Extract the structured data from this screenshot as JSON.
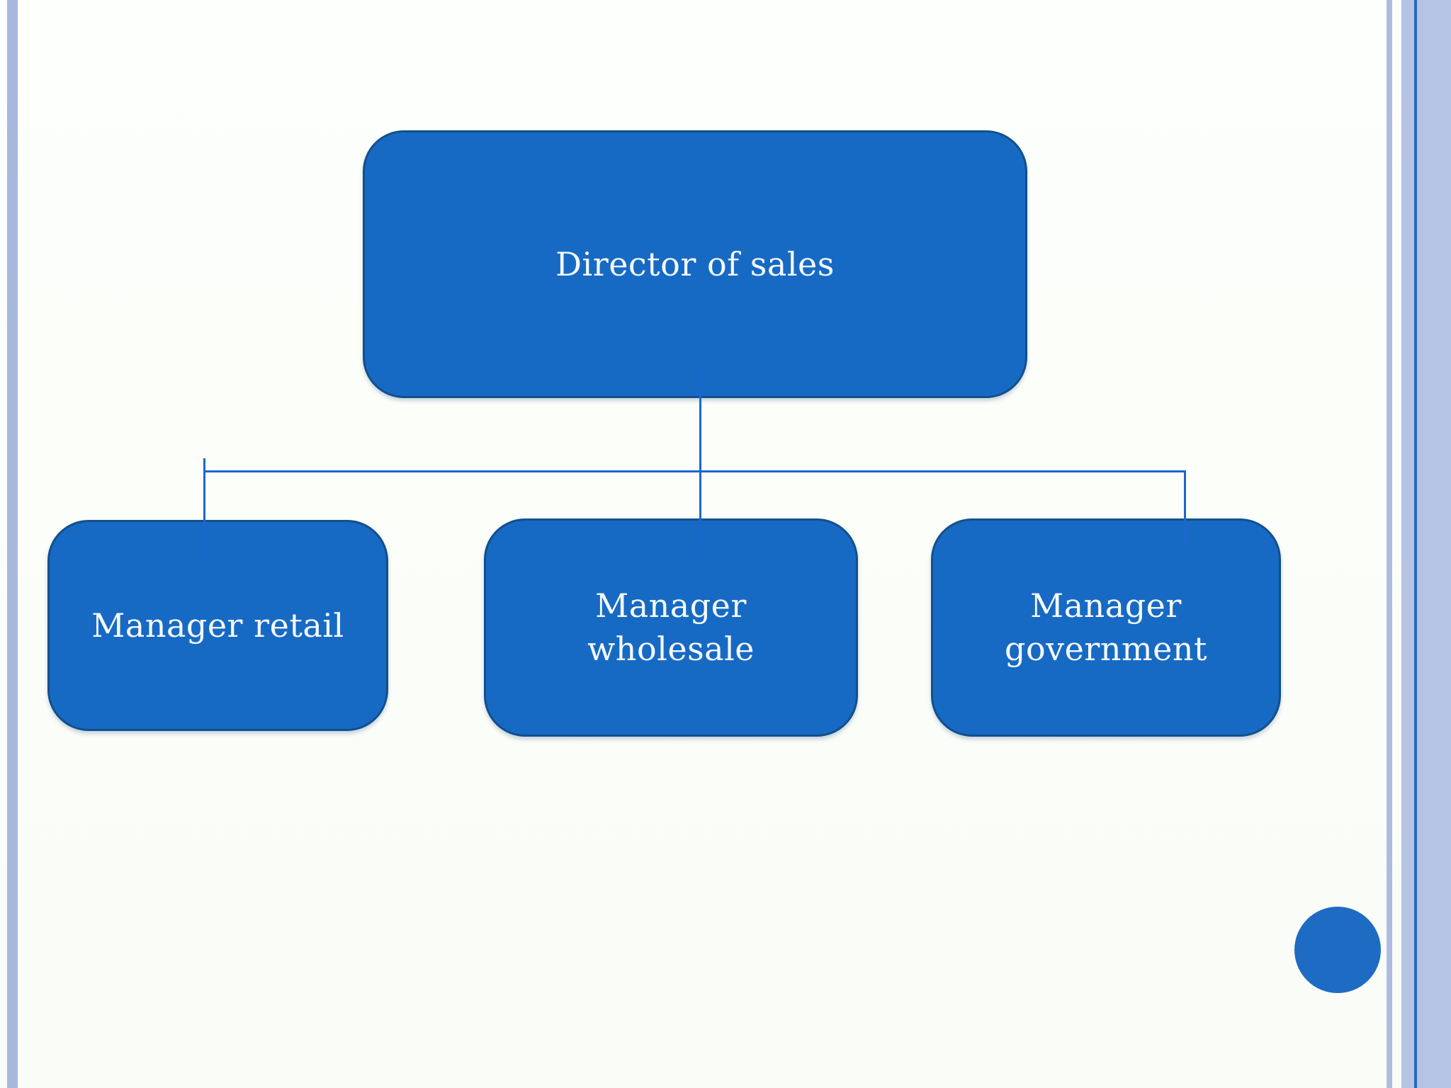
{
  "slide": {
    "background": "#fdfffc",
    "left_stripe_color": "#a8b8dd",
    "right_thin_stripe_color": "#aebce0",
    "right_band_color": "#b5c3e5",
    "right_accent_line_color": "#2668b8",
    "corner_dot_color": "#1e6bc4"
  },
  "org_chart": {
    "type": "org-chart",
    "node_fill_color": "#176ac3",
    "node_border_color": "#124f8d",
    "node_text_color": "#f5f9fc",
    "connector_color": "#1b66d0",
    "root": {
      "label": "Director of sales"
    },
    "children": [
      {
        "label": "Manager retail"
      },
      {
        "label": "Manager wholesale"
      },
      {
        "label": "Manager government"
      }
    ]
  }
}
